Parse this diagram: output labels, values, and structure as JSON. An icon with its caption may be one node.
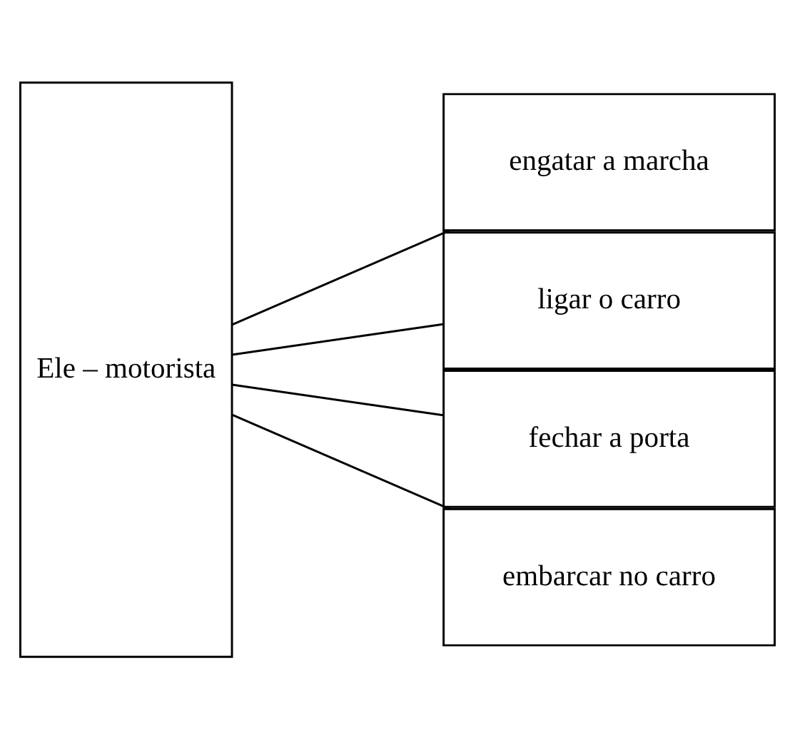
{
  "diagram": {
    "nodes": [
      {
        "text": [
          "Ele – motorista"
        ]
      },
      {
        "text": [
          "engatar a marcha"
        ]
      },
      {
        "text": [
          "ligar o carro"
        ]
      },
      {
        "text": [
          "fechar a porta"
        ]
      },
      {
        "text": [
          "embarcar no carro"
        ]
      }
    ],
    "edges": [
      {
        "from": 0,
        "to": 1,
        "arrow": "none"
      },
      {
        "from": 0,
        "to": 2,
        "arrow": "none"
      },
      {
        "from": 0,
        "to": 3,
        "arrow": "none"
      },
      {
        "from": 0,
        "to": 4,
        "arrow": "none"
      }
    ]
  }
}
